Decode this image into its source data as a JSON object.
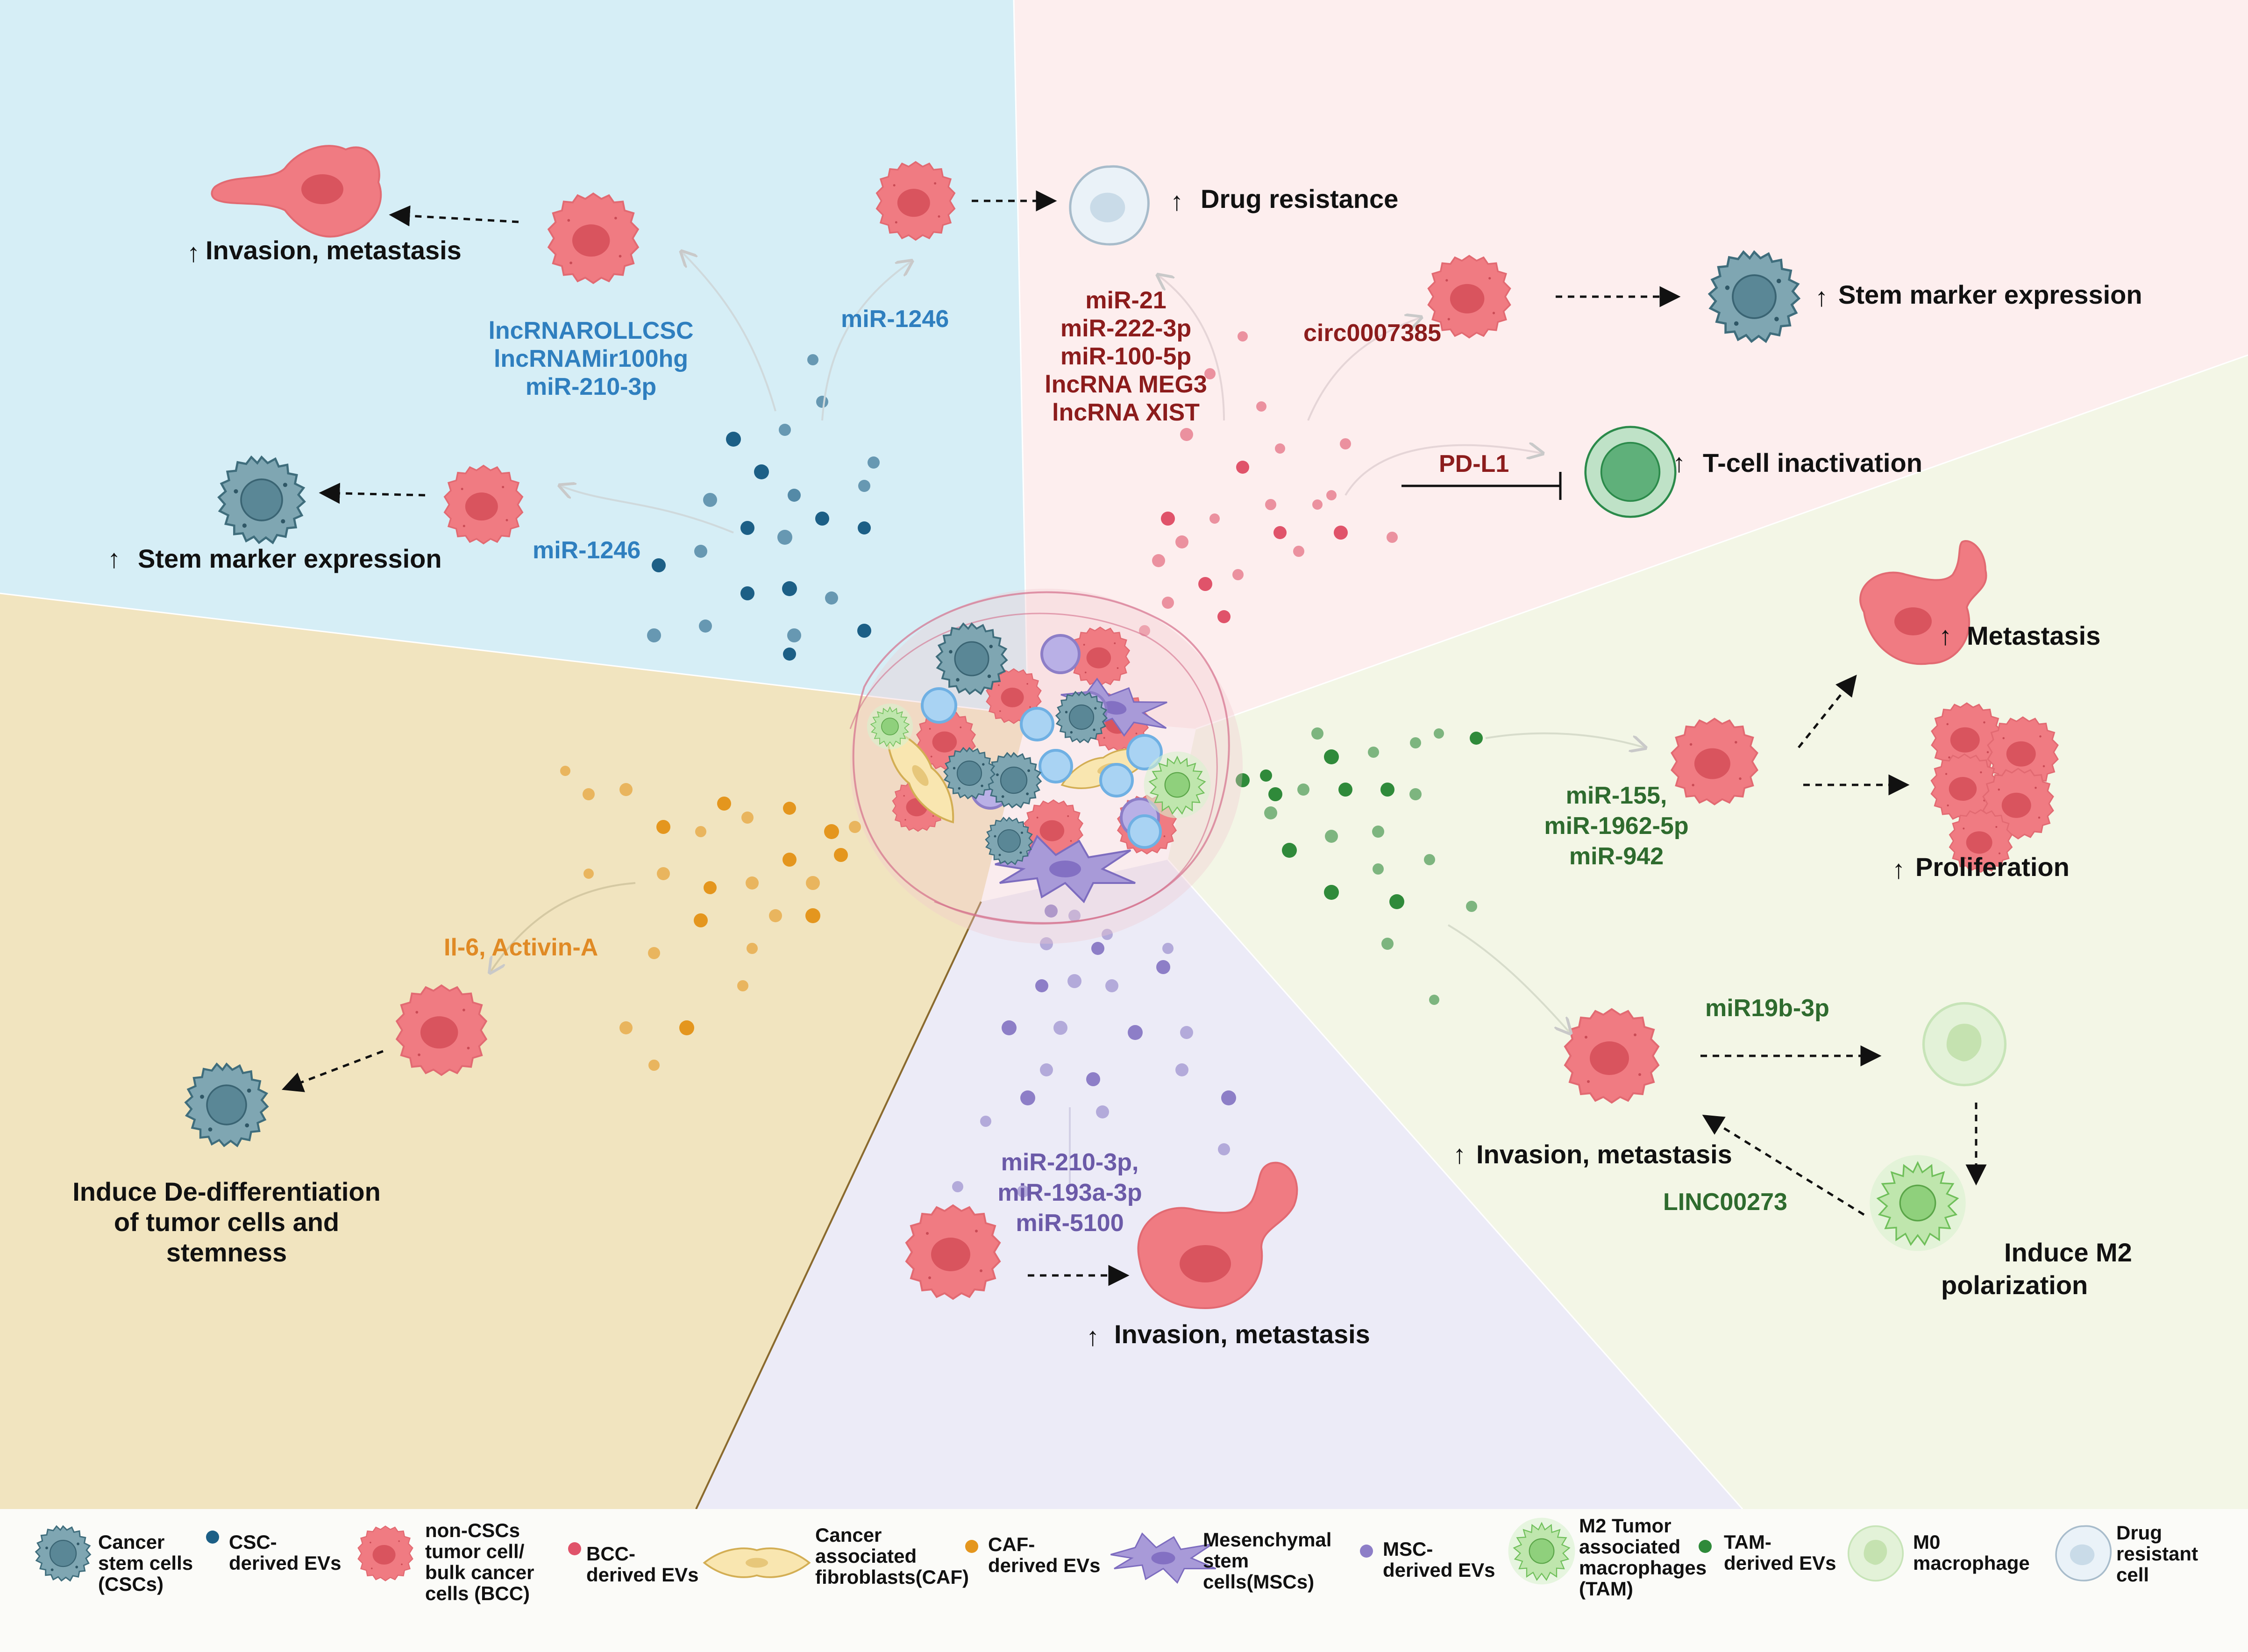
{
  "colors": {
    "blue_sector": "#d6eef6",
    "pink_sector": "#fdeeee",
    "green_sector": "#f3f6e6",
    "tan_sector": "#f1e4bf",
    "purple_sector": "#ecebf7",
    "cancer_cell": "#f07b82",
    "cancer_nucleus": "#d9545e",
    "csc_cell": "#7fa6b2",
    "csc_ev": "#1c5f86",
    "bcc_ev": "#e0536a",
    "caf_ev": "#e4961e",
    "msc_ev": "#8d7ec7",
    "tam_ev": "#2f8a3a",
    "blue_text": "#2f7fbf",
    "red_text": "#8c1c1c",
    "green_text": "#2e6b2e",
    "orange_text": "#e08a25",
    "purple_text": "#6b5aa8"
  },
  "icons": [
    "cancer-cell-icon",
    "stem-cell-icon",
    "drug-resistant-cell-icon",
    "t-cell-icon",
    "macrophage-m0-icon",
    "macrophage-m2-icon",
    "fibroblast-icon",
    "msc-icon",
    "up-arrow-icon",
    "ev-dot-icon"
  ],
  "csc_panel": {
    "invasion_label": "Invasion, metastasis",
    "lnc_1": "lncRNAROLLCSC",
    "lnc_2": "lncRNAMir100hg",
    "lnc_3": "miR-210-3p",
    "mir1246_top": "miR-1246",
    "mir1246_left": "miR-1246",
    "stem_label": "Stem marker expression"
  },
  "bcc_panel": {
    "drug_label": "Drug resistance",
    "mir_1": "miR-21",
    "mir_2": "miR-222-3p",
    "mir_3": "miR-100-5p",
    "mir_4": "lncRNA MEG3",
    "mir_5": "lncRNA XIST",
    "circ": "circ0007385",
    "stem_label": "Stem marker expression",
    "pdl1": "PD-L1",
    "tcell_label": "T-cell inactivation"
  },
  "tam_panel": {
    "metastasis_label": "Metastasis",
    "mir_1": "miR-155,",
    "mir_2": "miR-1962-5p",
    "mir_3": "miR-942",
    "prolif_label": "Proliferation",
    "mir19b": "miR19b-3p",
    "invasion_label": "Invasion, metastasis",
    "linc": "LINC00273",
    "m2_1": "Induce M2",
    "m2_2": "polarization"
  },
  "caf_panel": {
    "factors": "Il-6, Activin-A",
    "dediff_1": "Induce De-differentiation",
    "dediff_2": "of tumor cells and",
    "dediff_3": "stemness"
  },
  "msc_panel": {
    "mir_1": "miR-210-3p,",
    "mir_2": "miR-193a-3p",
    "mir_3": "miR-5100",
    "invasion_label": "Invasion, metastasis"
  },
  "legend": {
    "csc": [
      "Cancer",
      "stem cells",
      "(CSCs)"
    ],
    "csc_ev": [
      "CSC-",
      "derived EVs"
    ],
    "bcc": [
      "non-CSCs",
      "tumor cell/",
      "bulk cancer",
      "cells (BCC)"
    ],
    "bcc_ev": [
      "BCC-",
      "derived EVs"
    ],
    "caf": [
      "Cancer",
      "associated",
      "fibroblasts(CAF)"
    ],
    "caf_ev": [
      "CAF-",
      "derived EVs"
    ],
    "msc": [
      "Mesenchymal",
      "stem",
      "cells(MSCs)"
    ],
    "msc_ev": [
      "MSC-",
      "derived EVs"
    ],
    "tam": [
      "M2 Tumor",
      "associated",
      "macrophages",
      "(TAM)"
    ],
    "tam_ev": [
      "TAM-",
      "derived EVs"
    ],
    "m0": [
      "M0",
      "macrophage"
    ],
    "drug": [
      "Drug",
      "resistant",
      "cell"
    ]
  }
}
